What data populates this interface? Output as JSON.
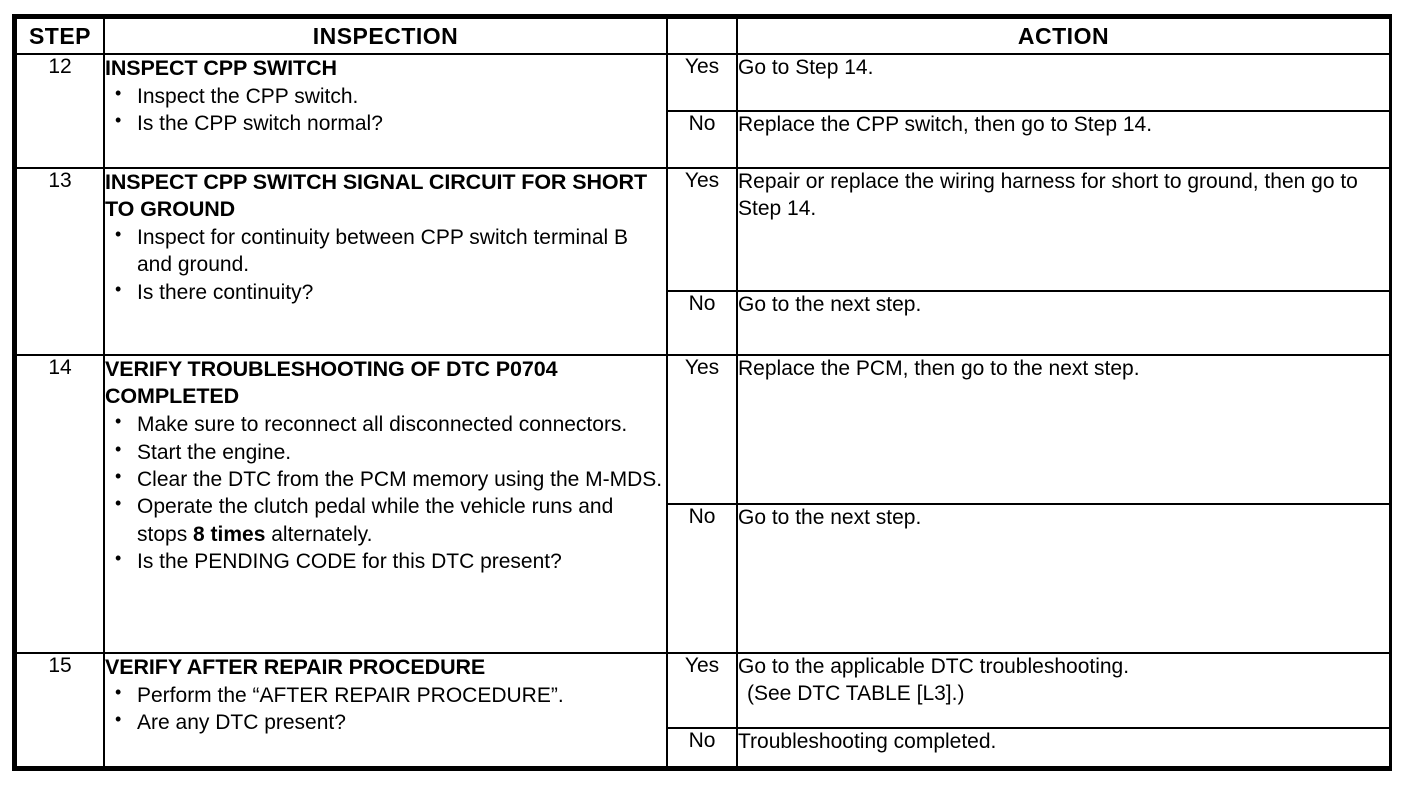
{
  "table": {
    "headers": {
      "step": "STEP",
      "inspection": "INSPECTION",
      "action": "ACTION"
    },
    "answers": {
      "yes": "Yes",
      "no": "No"
    },
    "rows": [
      {
        "step": "12",
        "title": "INSPECT CPP SWITCH",
        "bullets": [
          "Inspect the CPP switch.",
          "Is the CPP switch normal?"
        ],
        "yes_action": "Go to Step 14.",
        "no_action": "Replace the CPP switch, then go to Step 14."
      },
      {
        "step": "13",
        "title": "INSPECT CPP SWITCH SIGNAL CIRCUIT FOR SHORT TO GROUND",
        "bullets": [
          "Inspect for continuity between CPP switch terminal B and ground.",
          "Is there continuity?"
        ],
        "yes_action": "Repair or replace the wiring harness for short to ground, then go to Step 14.",
        "no_action": "Go to the next step."
      },
      {
        "step": "14",
        "title": "VERIFY TROUBLESHOOTING OF DTC P0704 COMPLETED",
        "bullets": [
          "Make sure to reconnect all disconnected connectors.",
          "Start the engine.",
          "Clear the DTC from the PCM memory using the M-MDS.",
          "Is the PENDING CODE for this DTC present?"
        ],
        "bullet_clutch_part1": "Operate the clutch pedal while the vehicle runs and stops ",
        "bullet_clutch_bold": "8 times",
        "bullet_clutch_part2": " alternately.",
        "yes_action": "Replace the PCM, then go to the next step.",
        "no_action": "Go to the next step."
      },
      {
        "step": "15",
        "title": "VERIFY AFTER REPAIR PROCEDURE",
        "bullets": [
          "Perform the “AFTER REPAIR PROCEDURE”.",
          "Are any DTC present?"
        ],
        "yes_action": "Go to the applicable DTC troubleshooting.",
        "yes_action_sub": "(See DTC TABLE [L3].)",
        "no_action": "Troubleshooting completed."
      }
    ]
  }
}
